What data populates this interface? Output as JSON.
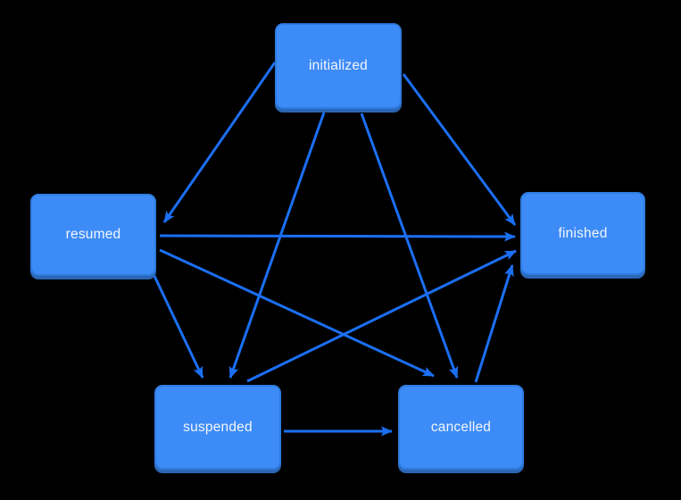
{
  "diagram": {
    "type": "state-transition-diagram",
    "background": "#000000",
    "colors": {
      "node_fill": "#3d8bf7",
      "node_border": "#2e7ce0",
      "node_shadow": "#2b66b4",
      "edge": "#1b6ff3",
      "label": "#f2f6fc"
    },
    "nodes": [
      {
        "id": "initialized",
        "label": "initialized"
      },
      {
        "id": "resumed",
        "label": "resumed"
      },
      {
        "id": "finished",
        "label": "finished"
      },
      {
        "id": "suspended",
        "label": "suspended"
      },
      {
        "id": "cancelled",
        "label": "cancelled"
      }
    ],
    "edges": [
      {
        "from": "initialized",
        "to": "resumed"
      },
      {
        "from": "initialized",
        "to": "suspended"
      },
      {
        "from": "initialized",
        "to": "cancelled"
      },
      {
        "from": "initialized",
        "to": "finished"
      },
      {
        "from": "resumed",
        "to": "finished"
      },
      {
        "from": "resumed",
        "to": "suspended"
      },
      {
        "from": "resumed",
        "to": "cancelled"
      },
      {
        "from": "suspended",
        "to": "cancelled"
      },
      {
        "from": "suspended",
        "to": "finished"
      },
      {
        "from": "cancelled",
        "to": "finished"
      }
    ]
  }
}
